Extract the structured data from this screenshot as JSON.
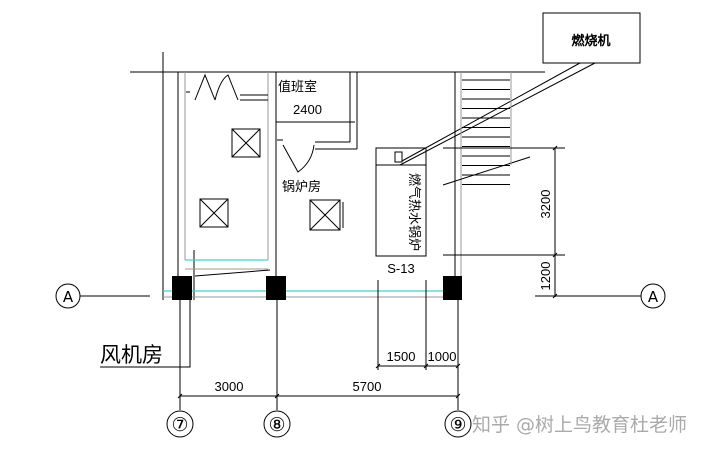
{
  "labels": {
    "burner": "燃烧机",
    "duty_room": "值班室",
    "boiler_room": "锅炉房",
    "fan_room": "风机房",
    "boiler": "燃气热水锅炉",
    "boiler_code": "S-13"
  },
  "dimensions": {
    "duty_room_width": "2400",
    "vertical_upper": "3200",
    "vertical_lower": "1200",
    "boiler_offset": "1500",
    "boiler_to_axis": "1000",
    "span_7_8": "3000",
    "span_8_9": "5700"
  },
  "axes": {
    "row_left": "A",
    "row_right": "A",
    "col_7": "⑦",
    "col_8": "⑧",
    "col_9": "⑨"
  },
  "watermark": "知乎 @树上鸟教育杜老师"
}
